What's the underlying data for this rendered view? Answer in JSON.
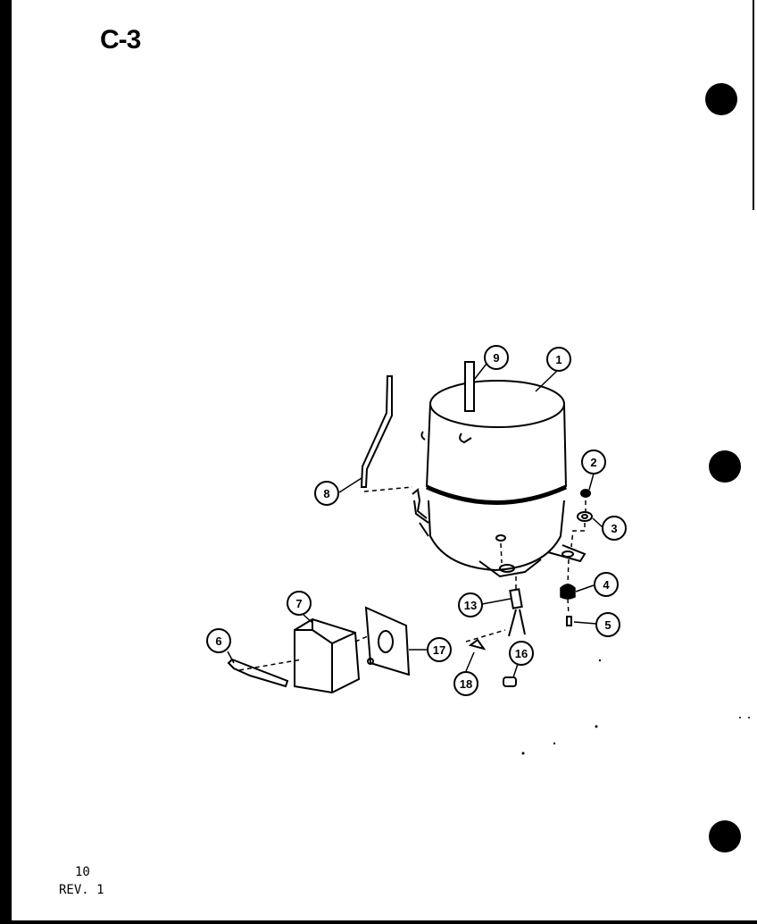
{
  "title": "C-3",
  "page_number": "10",
  "revision": "REV. 1",
  "callouts": [
    "1",
    "2",
    "3",
    "4",
    "5",
    "6",
    "7",
    "8",
    "9",
    "13",
    "16",
    "17",
    "18"
  ]
}
